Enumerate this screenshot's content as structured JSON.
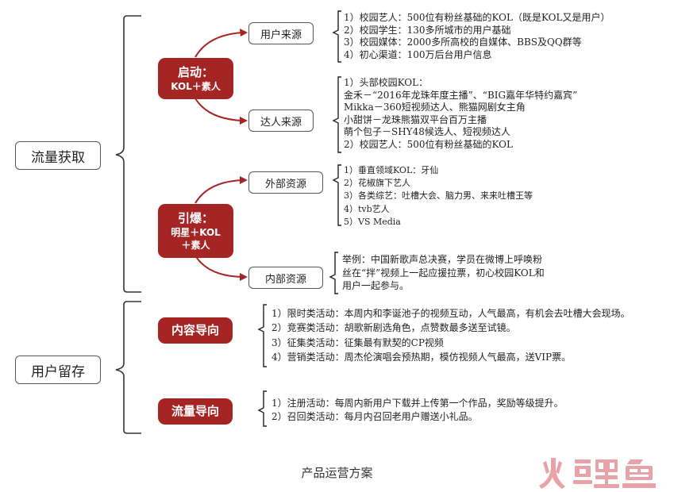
{
  "colors": {
    "accent_red": "#a52424",
    "line": "#a52424",
    "bracket": "#222222"
  },
  "root_nodes": {
    "traffic": "流量获取",
    "retention": "用户留存"
  },
  "pills": {
    "launch_title": "启动：",
    "launch_sub": "KOL＋素人",
    "burst_title": "引爆：",
    "burst_sub1": "明星＋KOL",
    "burst_sub2": "＋素人",
    "content": "内容导向",
    "traffic_guide": "流量导向"
  },
  "leaf_nodes": {
    "user_source": "用户来源",
    "talent_source": "达人来源",
    "external": "外部资源",
    "internal": "内部资源"
  },
  "notes": {
    "user_source": [
      "1）校园艺人：500位有粉丝基础的KOL（既是KOL又是用户）",
      "2）校园学生：130多所城市的用户基础",
      "3）校园媒体：2000多所高校的自媒体、BBS及QQ群等",
      "4）初心渠道：100万后台用户信息"
    ],
    "talent_source": [
      "1）头部校园KOL：",
      "金禾－“2016年龙珠年度主播”、“BIG嘉年华特约嘉宾”",
      "Mikka－360短视频达人、熊猫网剧女主角",
      "小甜饼－龙珠熊猫双平台百万主播",
      "萌个包子－SHY48候选人、短视频达人",
      "2）校园艺人：500位有粉丝基础的KOL"
    ],
    "external": [
      "1）垂直领域KOL：牙仙",
      "2）花椒旗下艺人",
      "3）各类综艺：吐槽大会、脑力男、来来吐槽王等",
      "4）tvb艺人",
      "5）VS Media"
    ],
    "internal": [
      "举例：中国新歌声总决赛，学员在微博上呼唤粉",
      "丝在“拌”视频上一起应援拉票，初心校园KOL和",
      "用户一起参与。"
    ],
    "content": [
      "1）限时类活动：本周内和李诞池子的视频互动，人气最高，有机会去吐槽大会现场。",
      "2）竞赛类活动：胡歌新剧选角色，点赞数最多送至试镜。",
      "3）征集类活动：征集最有默契的CP视频",
      "4）营销类活动：周杰伦演唱会预热期，模仿视频人气最高，送VIP票。"
    ],
    "traffic_guide": [
      "1）注册活动：每周内新用户下载并上传第一个作品，奖励等级提升。",
      "2）召回类活动：每月内召回老用户赠送小礼品。"
    ]
  },
  "caption": "产品运营方案",
  "watermark_text": "火鲤鱼"
}
